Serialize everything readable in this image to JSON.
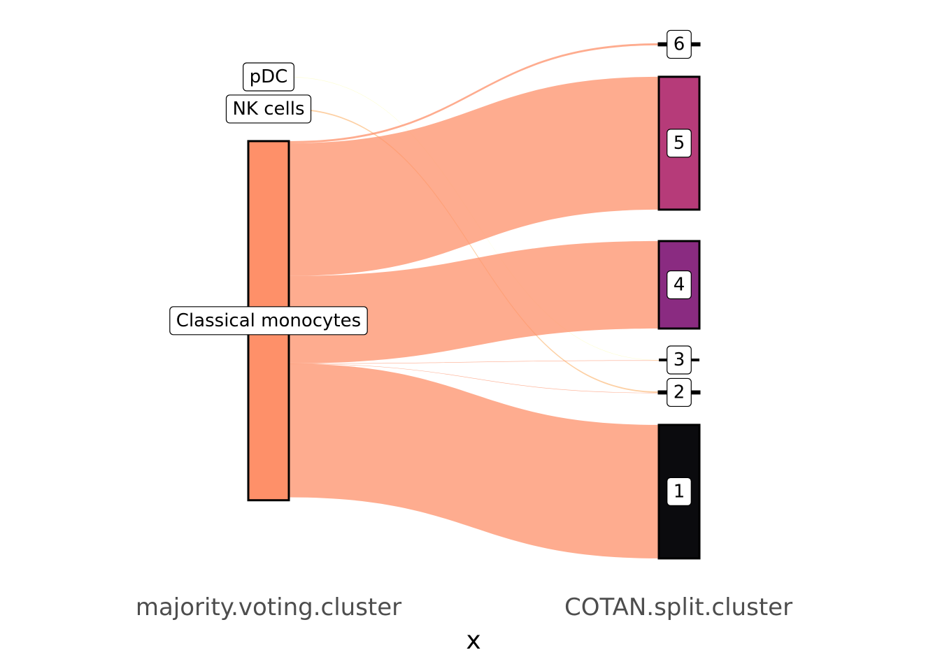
{
  "chart_data": {
    "type": "sankey",
    "axes": [
      "majority.voting.cluster",
      "COTAN.split.cluster"
    ],
    "xlabel": "x",
    "left_nodes": [
      {
        "name": "pDC",
        "value": 0,
        "color": "#fcfdbf"
      },
      {
        "name": "NK cells",
        "value": 2,
        "color": "#fcc085"
      },
      {
        "name": "Classical monocytes",
        "value": 538,
        "color": "#fe9069"
      }
    ],
    "right_nodes": [
      {
        "name": "6",
        "value": 3,
        "color": "#e9596a"
      },
      {
        "name": "5",
        "value": 199,
        "color": "#b63b79"
      },
      {
        "name": "4",
        "value": 131,
        "color": "#8a2b81"
      },
      {
        "name": "3",
        "value": 0,
        "color": "#1d1147"
      },
      {
        "name": "2",
        "value": 3,
        "color": "#1a1042"
      },
      {
        "name": "1",
        "value": 200,
        "color": "#0b0b0e"
      }
    ],
    "flows": [
      {
        "source": "Classical monocytes",
        "target": "6",
        "value": 3
      },
      {
        "source": "Classical monocytes",
        "target": "5",
        "value": 199
      },
      {
        "source": "Classical monocytes",
        "target": "4",
        "value": 131
      },
      {
        "source": "Classical monocytes",
        "target": "3",
        "value": 0.3
      },
      {
        "source": "Classical monocytes",
        "target": "2",
        "value": 0.3
      },
      {
        "source": "Classical monocytes",
        "target": "1",
        "value": 200
      },
      {
        "source": "NK cells",
        "target": "2",
        "value": 2
      },
      {
        "source": "pDC",
        "target": "3",
        "value": 0.5
      }
    ],
    "flow_color": "#fe9069",
    "legend": "none"
  }
}
